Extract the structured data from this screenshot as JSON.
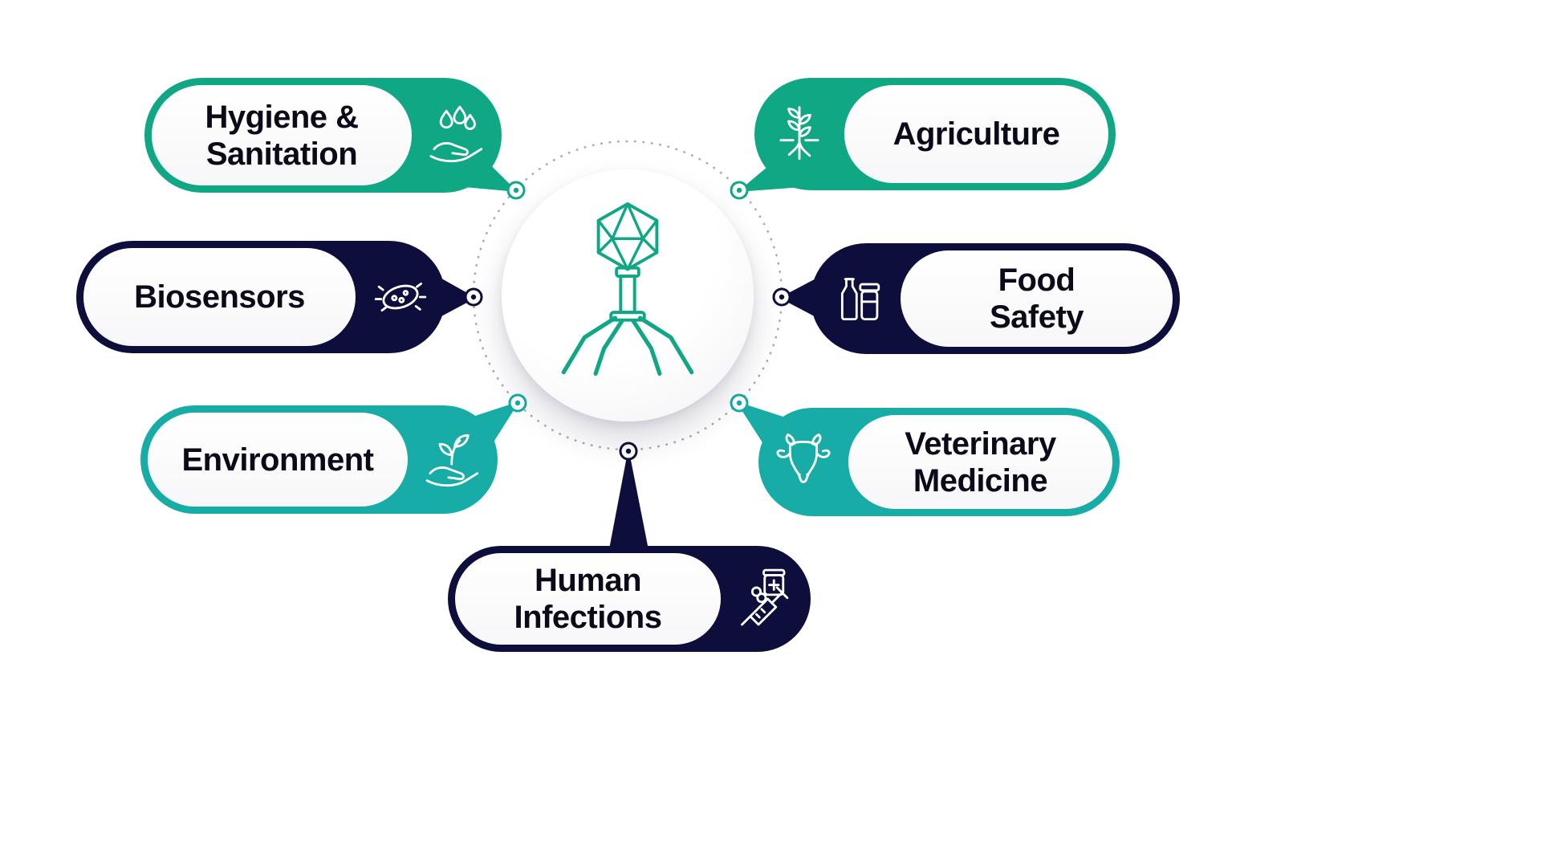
{
  "diagram": {
    "type": "radial-infographic",
    "center": {
      "icon": "bacteriophage-icon"
    },
    "colors": {
      "green": "#10A785",
      "teal": "#17ACA6",
      "navy": "#0E0E3C",
      "label_text": "#0A0A18",
      "dotted_ring": "#A7ABB2",
      "background": "#FFFFFF"
    },
    "nodes": [
      {
        "label": "Hygiene &\nSanitation",
        "icon": "hand-water-drops-icon",
        "color": "green",
        "position": "top-left"
      },
      {
        "label": "Biosensors",
        "icon": "bacteria-icon",
        "color": "navy",
        "position": "middle-left"
      },
      {
        "label": "Environment",
        "icon": "hand-sprout-icon",
        "color": "teal",
        "position": "bottom-left"
      },
      {
        "label": "Agriculture",
        "icon": "plant-roots-icon",
        "color": "green",
        "position": "top-right"
      },
      {
        "label": "Food\nSafety",
        "icon": "milk-bottles-icon",
        "color": "navy",
        "position": "middle-right"
      },
      {
        "label": "Veterinary\nMedicine",
        "icon": "cow-head-icon",
        "color": "teal",
        "position": "bottom-right"
      },
      {
        "label": "Human\nInfections",
        "icon": "medicine-syringe-icon",
        "color": "navy",
        "position": "bottom-center"
      }
    ]
  }
}
